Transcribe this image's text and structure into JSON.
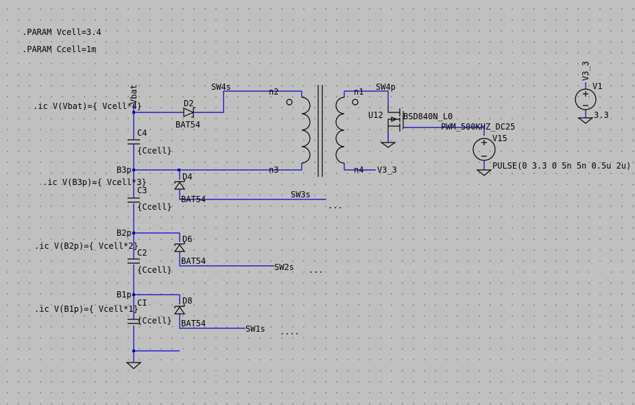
{
  "directives": {
    "param_vcell": ".PARAM Vcell=3.4",
    "param_ccell": ".PARAM Ccell=1m"
  },
  "ic": {
    "vbat": ".ic V(Vbat)={ Vcell*4}",
    "b3p": ".ic V(B3p)={ Vcell*3}",
    "b2p": ".ic V(B2p)={ Vcell*2}",
    "b1p": ".ic V(B1p)={ Vcell*1}"
  },
  "nets": {
    "vbat": "Vbat",
    "b3p": "B3p",
    "b2p": "B2p",
    "b1p": "B1p",
    "sw4s": "SW4s",
    "sw4p": "SW4p",
    "sw3s": "SW3s",
    "sw2s": "SW2s",
    "sw1s": "SW1s",
    "v3_3_top": "V3_3",
    "v3_3_n4": "V3_3",
    "pwm": "PWM_500KHZ_DC25",
    "ellipsis3": "...",
    "ellipsis2": "...",
    "ellipsis1": "...."
  },
  "transformer": {
    "n1": "n1",
    "n2": "n2",
    "n3": "n3",
    "n4": "n4"
  },
  "capacitors": [
    {
      "name": "C4",
      "value": "{Ccell}"
    },
    {
      "name": "C3",
      "value": "{Ccell}"
    },
    {
      "name": "C2",
      "value": "{Ccell}"
    },
    {
      "name": "CI",
      "value": "{Ccell}"
    }
  ],
  "diodes": [
    {
      "name": "D2",
      "model": "BAT54"
    },
    {
      "name": "D4",
      "model": "BAT54"
    },
    {
      "name": "D6",
      "model": "BAT54"
    },
    {
      "name": "D8",
      "model": "BAT54"
    }
  ],
  "mosfet": {
    "name": "U12",
    "model": "BSD840N_L0"
  },
  "sources": {
    "v1": {
      "name": "V1",
      "value": "3.3"
    },
    "v15": {
      "name": "V15",
      "value": "PULSE(0 3.3 0 5n 5n 0.5u 2u)"
    }
  }
}
